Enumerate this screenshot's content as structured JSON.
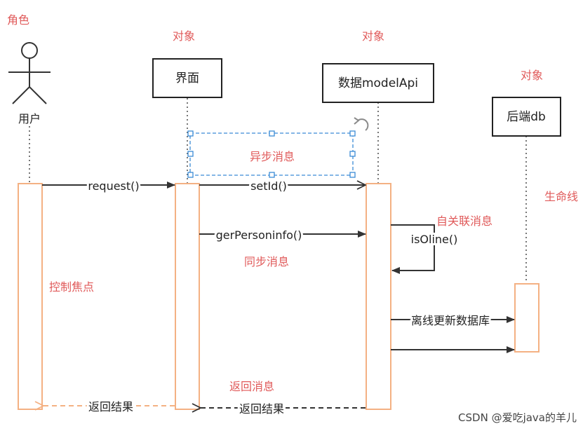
{
  "annotations": {
    "role": "角色",
    "object": "对象",
    "async_message": "异步消息",
    "lifeline": "生命线",
    "self_message": "自关联消息",
    "sync_message": "同步消息",
    "focus_of_control": "控制焦点",
    "return_message": "返回消息"
  },
  "participants": {
    "user": "用户",
    "ui": "界面",
    "model": "数据modelApi",
    "backend": "后端db"
  },
  "messages": {
    "request": "request()",
    "setid": "setId()",
    "get_person": "gerPersoninfo()",
    "is_online": "isOline()",
    "offline_update": "离线更新数据库",
    "return_ui": "返回结果",
    "return_user": "返回结果"
  },
  "watermark": "CSDN @爱吃java的羊儿",
  "colors": {
    "annotation": "#e05a5a",
    "activation": "#f4b183",
    "return_to_user": "#f4b183",
    "selection": "#3b8bd6",
    "line": "#333333"
  }
}
